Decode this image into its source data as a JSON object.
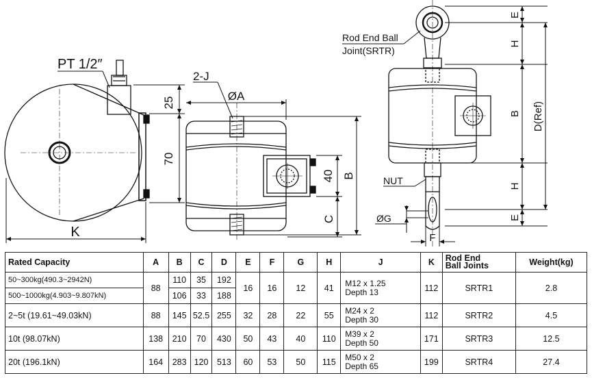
{
  "labels": {
    "pt": "PT 1/2″",
    "dim25": "25",
    "dim70": "70",
    "k": "K",
    "twoj": "2-J",
    "phia": "ØA",
    "dim40": "40",
    "b1": "B",
    "c": "C",
    "rodend_line1": "Rod End Ball",
    "rodend_line2": "Joint(SRTR)",
    "nut": "NUT",
    "phig": "ØG",
    "f": "F",
    "e_top": "E",
    "h_top": "H",
    "b2": "B",
    "dref": "D(Ref)",
    "h_bot": "H",
    "e_bot": "E"
  },
  "table": {
    "headers": [
      "Rated Capacity",
      "A",
      "B",
      "C",
      "D",
      "E",
      "F",
      "G",
      "H",
      "J",
      "K",
      "Rod End Ball Joints",
      "Weight(kg)"
    ],
    "rod_header": [
      "Rod End",
      "Ball Joints"
    ],
    "row1": {
      "cap_a": "50~300kg(490.3~2942N)",
      "cap_b": "500~1000kg(4.903~9.807kN)",
      "A": "88",
      "B_a": "110",
      "C_a": "35",
      "D_a": "192",
      "B_b": "106",
      "C_b": "33",
      "D_b": "188",
      "E": "16",
      "F": "16",
      "G": "12",
      "H": "41",
      "J1": "M12 x 1.25",
      "J2": "Depth 13",
      "K": "112",
      "rod": "SRTR1",
      "weight": "2.8"
    },
    "rows": [
      {
        "cap": "2~5t (19.61~49.03kN)",
        "A": "88",
        "B": "145",
        "C": "52.5",
        "D": "255",
        "E": "32",
        "F": "28",
        "G": "22",
        "H": "55",
        "J1": "M24 x 2",
        "J2": "Depth 30",
        "K": "112",
        "rod": "SRTR2",
        "weight": "4.5"
      },
      {
        "cap": "10t (98.07kN)",
        "A": "138",
        "B": "210",
        "C": "70",
        "D": "430",
        "E": "50",
        "F": "43",
        "G": "40",
        "H": "110",
        "J1": "M39 x 2",
        "J2": "Depth 50",
        "K": "171",
        "rod": "SRTR3",
        "weight": "12.5"
      },
      {
        "cap": "20t (196.1kN)",
        "A": "164",
        "B": "283",
        "C": "120",
        "D": "513",
        "E": "60",
        "F": "53",
        "G": "50",
        "H": "115",
        "J1": "M50 x 2",
        "J2": "Depth 65",
        "K": "199",
        "rod": "SRTR4",
        "weight": "27.4"
      }
    ]
  }
}
